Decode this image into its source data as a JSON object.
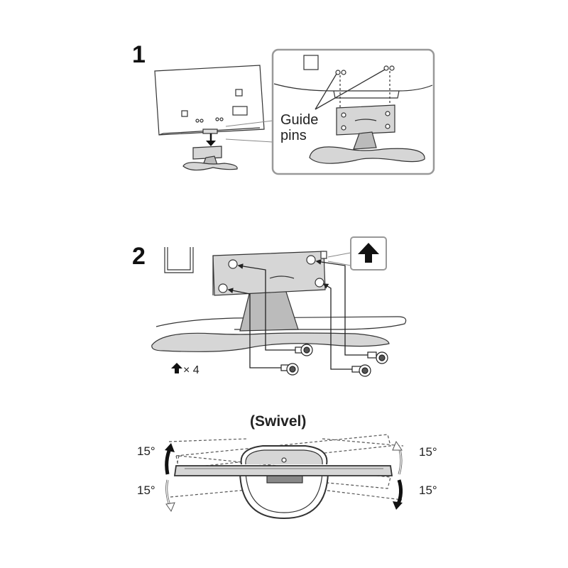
{
  "step1": {
    "number": "1",
    "guide_pins_label_line1": "Guide",
    "guide_pins_label_line2": "pins"
  },
  "step2": {
    "number": "2",
    "screw_count": "× 4"
  },
  "swivel": {
    "title": "(Swivel)",
    "angle_top_left": "15°",
    "angle_bottom_left": "15°",
    "angle_top_right": "15°",
    "angle_bottom_right": "15°"
  },
  "icons": {
    "screw_symbol": "arrow-up-icon"
  },
  "colors": {
    "line": "#333333",
    "fill_gray": "#d6d6d6",
    "fill_dark": "#8a8a8a",
    "inset_border": "#999999"
  }
}
